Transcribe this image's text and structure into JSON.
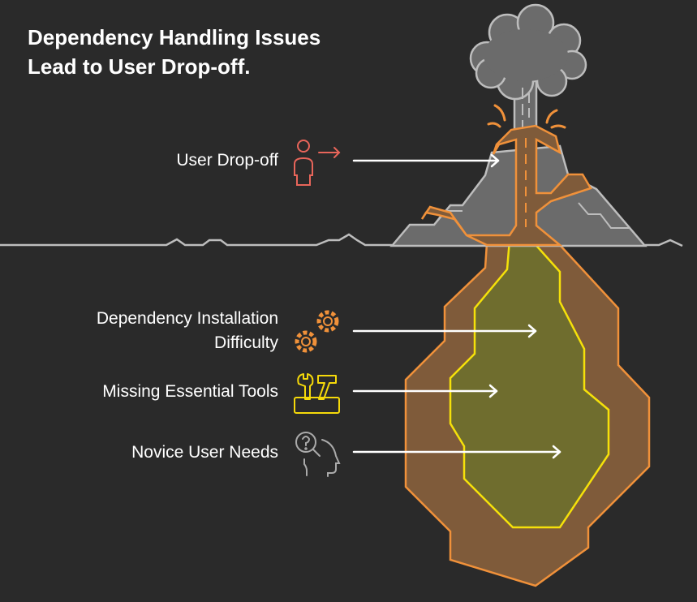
{
  "title": "Dependency Handling Issues Lead to User Drop-off.",
  "items": [
    {
      "label": "User Drop-off",
      "icon": "user-exit-icon",
      "color": "#e8655a"
    },
    {
      "label_line1": "Dependency Installation",
      "label_line2": "Difficulty",
      "icon": "gears-icon",
      "color": "#f0913a"
    },
    {
      "label": "Missing Essential Tools",
      "icon": "toolbox-icon",
      "color": "#f5d90a"
    },
    {
      "label": "Novice User Needs",
      "icon": "head-question-icon",
      "color": "#aaaaaa"
    }
  ],
  "colors": {
    "background": "#2a2a2a",
    "mountain": "#6b6b6b",
    "lava": "#f0913a",
    "magma": "#7f5b3a",
    "core": "#6f6d2e",
    "core_outline": "#f5e10a"
  }
}
